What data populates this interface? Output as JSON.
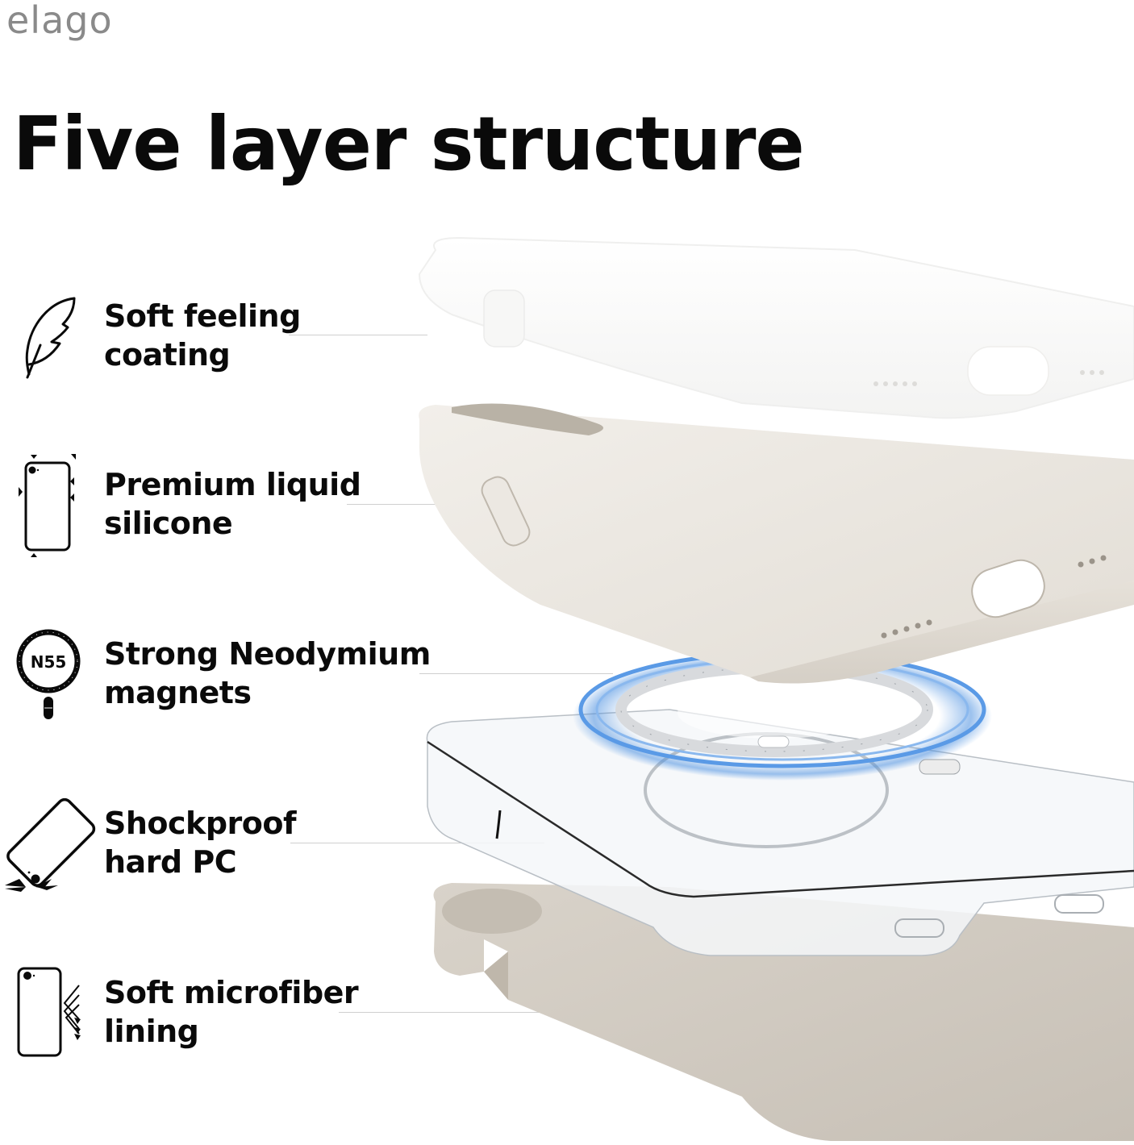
{
  "brand": {
    "logo_text": "elago"
  },
  "header": {
    "title": "Five layer structure"
  },
  "features": [
    {
      "line1": "Soft feeling",
      "line2": "coating",
      "icon": "feather-icon"
    },
    {
      "line1": "Premium liquid",
      "line2": "silicone",
      "icon": "phone-silicone-icon"
    },
    {
      "line1": "Strong Neodymium",
      "line2": "magnets",
      "icon": "magnet-ring-icon",
      "icon_text": "N55"
    },
    {
      "line1": "Shockproof",
      "line2": "hard PC",
      "icon": "phone-drop-impact-icon"
    },
    {
      "line1": "Soft microfiber",
      "line2": "lining",
      "icon": "phone-microfiber-icon"
    }
  ],
  "colors": {
    "text": "#0a0a0a",
    "logo": "#8a8a8a",
    "leader_line": "#cfcfcf",
    "coating_layer": "#fbfbfa",
    "silicone_layer": "#ece8e2",
    "magnet_glow": "#4a8fe0",
    "pc_layer": "#f4f6f8",
    "microfiber_layer": "#cfc8bf"
  }
}
